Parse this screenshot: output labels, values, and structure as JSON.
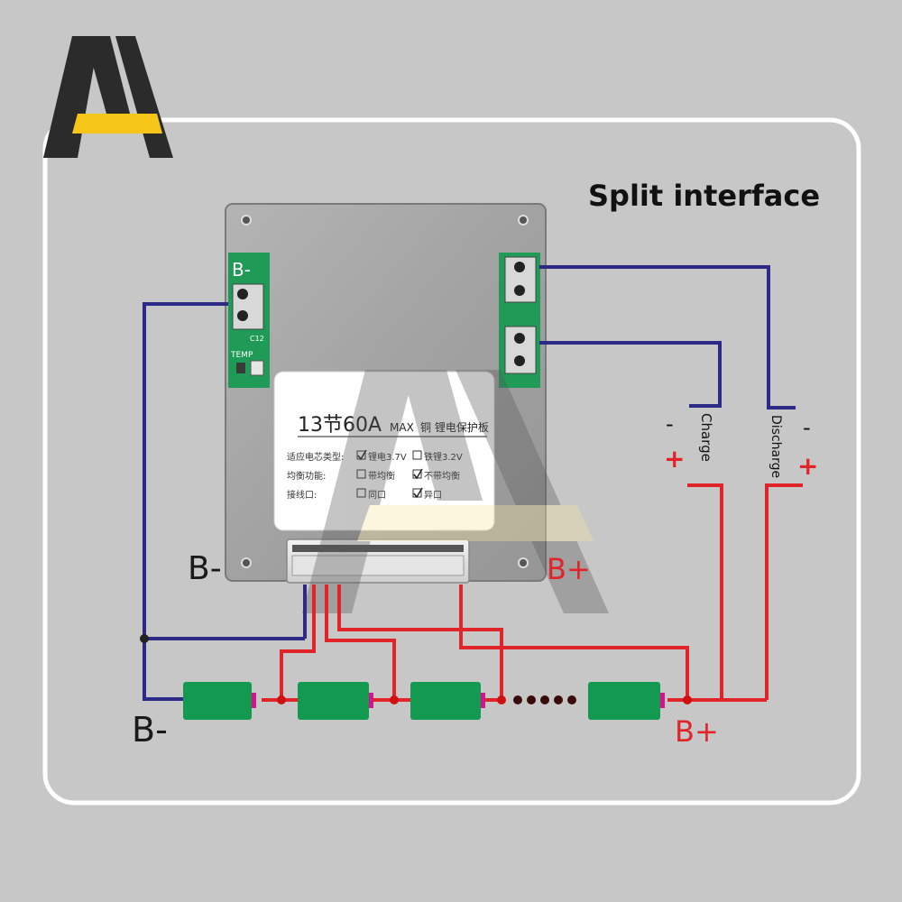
{
  "header": {
    "title": "Split interface"
  },
  "board": {
    "label_title_a": "13节60A",
    "label_title_b": "MAX",
    "label_title_c": "铜 锂电保护板",
    "row1_label": "适应电芯类型:",
    "row1_opt1": "锂电3.7V",
    "row1_opt2": "铁锂3.2V",
    "row2_label": "均衡功能:",
    "row2_opt1": "带均衡",
    "row2_opt2": "不带均衡",
    "row3_label": "接线口:",
    "row3_opt1": "同口",
    "row3_opt2": "异口",
    "pad_bminus": "B-",
    "temp_label": "TEMP",
    "pcb_code": "C12"
  },
  "labels": {
    "b_minus_board": "B-",
    "b_plus_board": "B+",
    "b_minus_cells": "B-",
    "b_plus_cells": "B+",
    "charge": "Charge",
    "discharge": "Discharge",
    "charge_minus": "-",
    "charge_plus": "+",
    "discharge_minus": "-",
    "discharge_plus": "+"
  },
  "colors": {
    "background": "#c7c7c7",
    "negative_wire": "#2c2a86",
    "positive_wire": "#e0242a",
    "cell": "#149a50",
    "logo_dark": "#2b2b2b",
    "logo_accent": "#f5c518"
  }
}
